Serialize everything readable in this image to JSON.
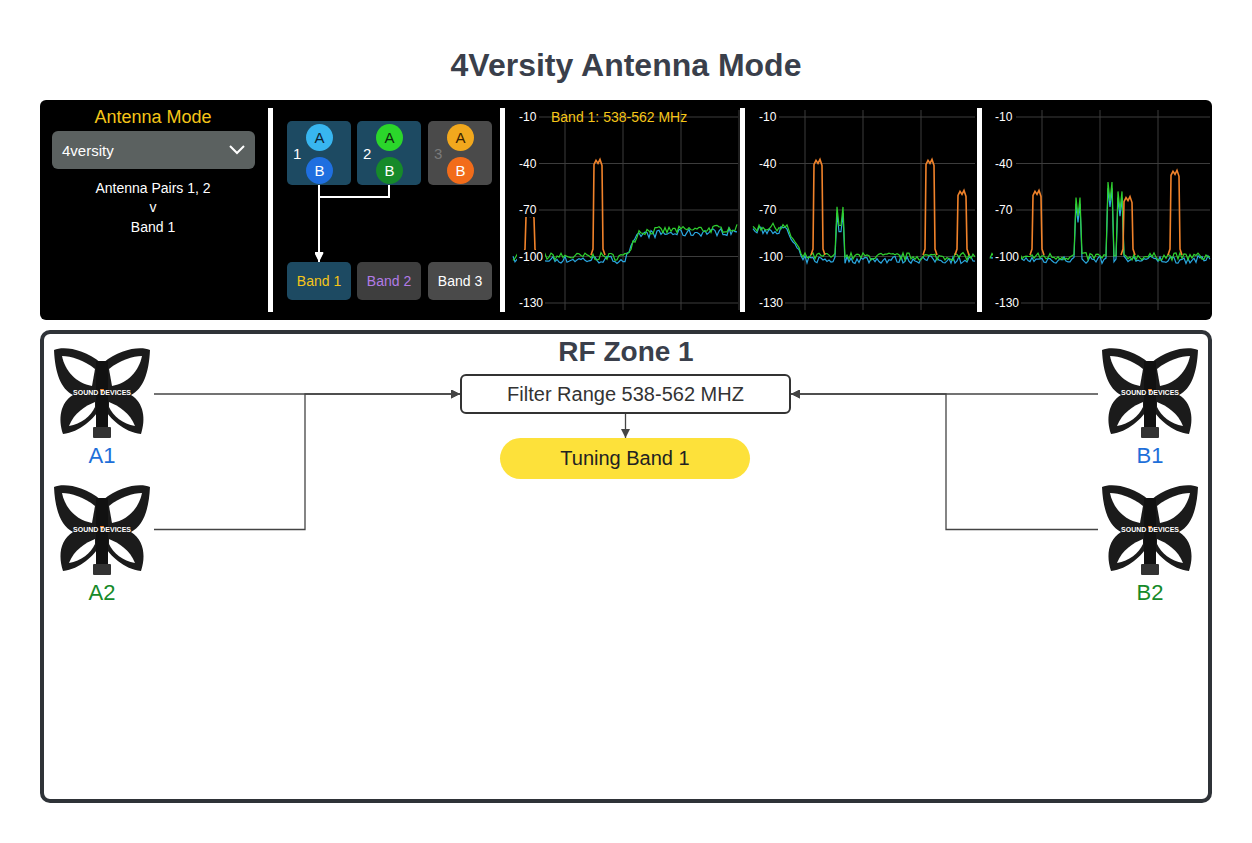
{
  "diagram": {
    "title": "4Versity Antenna Mode",
    "nodes": [
      {
        "text": [
          "4versity"
        ]
      },
      {
        "text": [
          "1"
        ]
      },
      {
        "text": [
          "A"
        ],
        "in": 1
      },
      {
        "text": [
          "B"
        ],
        "in": 1
      },
      {
        "text": [
          "2"
        ]
      },
      {
        "text": [
          "A"
        ],
        "in": 4
      },
      {
        "text": [
          "B"
        ],
        "in": 4
      },
      {
        "text": [
          "3"
        ]
      },
      {
        "text": [
          "A"
        ],
        "in": 7
      },
      {
        "text": [
          "B"
        ],
        "in": 7
      },
      {
        "text": [
          "Band 1"
        ]
      },
      {
        "text": [
          "Band 2"
        ]
      },
      {
        "text": [
          "Band 3"
        ]
      },
      {
        "text": [
          "RF Zone 1"
        ]
      },
      {
        "text": [
          "A1"
        ],
        "in": 13
      },
      {
        "text": [
          "A2"
        ],
        "in": 13
      },
      {
        "text": [
          "Filter Range 538-562 MHZ"
        ],
        "in": 13
      },
      {
        "text": [
          "Tuning Band 1"
        ],
        "in": 13
      },
      {
        "text": [
          "B1"
        ],
        "in": 13
      },
      {
        "text": [
          "B2"
        ],
        "in": 13
      }
    ],
    "edges": [
      {
        "from": 1,
        "to": 10,
        "arrow": "to"
      },
      {
        "from": 4,
        "to": 10,
        "arrow": "to"
      },
      {
        "from": 14,
        "to": 16,
        "arrow": "to"
      },
      {
        "from": 15,
        "to": 16,
        "arrow": "to"
      },
      {
        "from": 18,
        "to": 16,
        "arrow": "to"
      },
      {
        "from": 19,
        "to": 16,
        "arrow": "to"
      },
      {
        "from": 16,
        "to": 17,
        "arrow": "to"
      }
    ],
    "labels": [
      "Antenna Mode",
      "Antenna Pairs 1, 2",
      "v",
      "Band 1",
      "Band 1: 538-562 MHz",
      "-10",
      "-40",
      "-70",
      "-100",
      "-130",
      "-10",
      "-40",
      "-70",
      "-100",
      "-130",
      "-10",
      "-40",
      "-70",
      "-100",
      "-130",
      "SOUND DEVICES",
      "SOUND DEVICES",
      "SOUND DEVICES",
      "SOUND DEVICES"
    ]
  }
}
